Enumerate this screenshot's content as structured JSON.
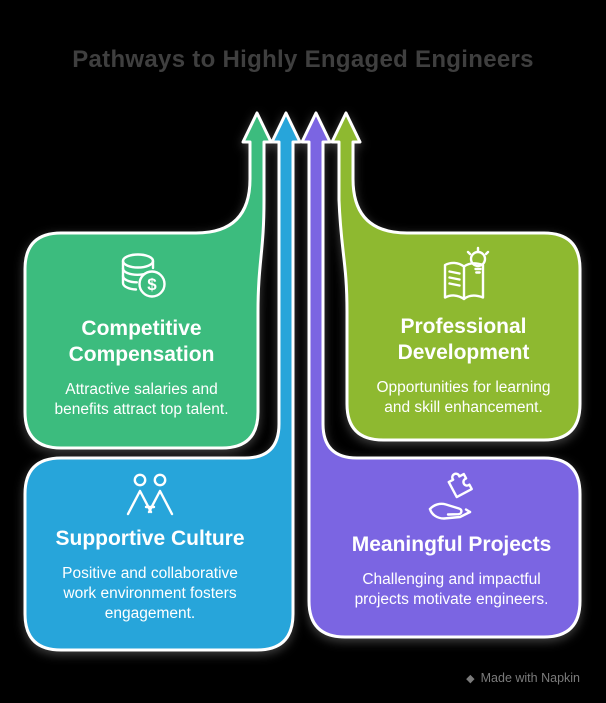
{
  "title": "Pathways to Highly Engaged Engineers",
  "watermark": {
    "label": "Made with Napkin",
    "glyph": "◆"
  },
  "colors": {
    "background": "#000000",
    "green": "#3cbc7e",
    "lime": "#8eb930",
    "blue": "#27a5da",
    "purple": "#7b65e2",
    "card_text": "#ffffff",
    "title_text": "#3f3f3f",
    "watermark_text": "#9a9a9a"
  },
  "cards": [
    {
      "id": "competitive-compensation",
      "title": "Competitive\nCompensation",
      "body": "Attractive salaries and\nbenefits attract top talent.",
      "color": "#3cbc7e",
      "icon": "coins-dollar-icon"
    },
    {
      "id": "professional-development",
      "title": "Professional\nDevelopment",
      "body": "Opportunities for learning\nand skill enhancement.",
      "color": "#8eb930",
      "icon": "book-lightbulb-icon"
    },
    {
      "id": "supportive-culture",
      "title": "Supportive Culture",
      "body": "Positive and collaborative\nwork environment fosters\nengagement.",
      "color": "#27a5da",
      "icon": "people-together-icon"
    },
    {
      "id": "meaningful-projects",
      "title": "Meaningful Projects",
      "body": "Challenging and impactful\nprojects motivate engineers.",
      "color": "#7b65e2",
      "icon": "hand-puzzle-icon"
    }
  ]
}
